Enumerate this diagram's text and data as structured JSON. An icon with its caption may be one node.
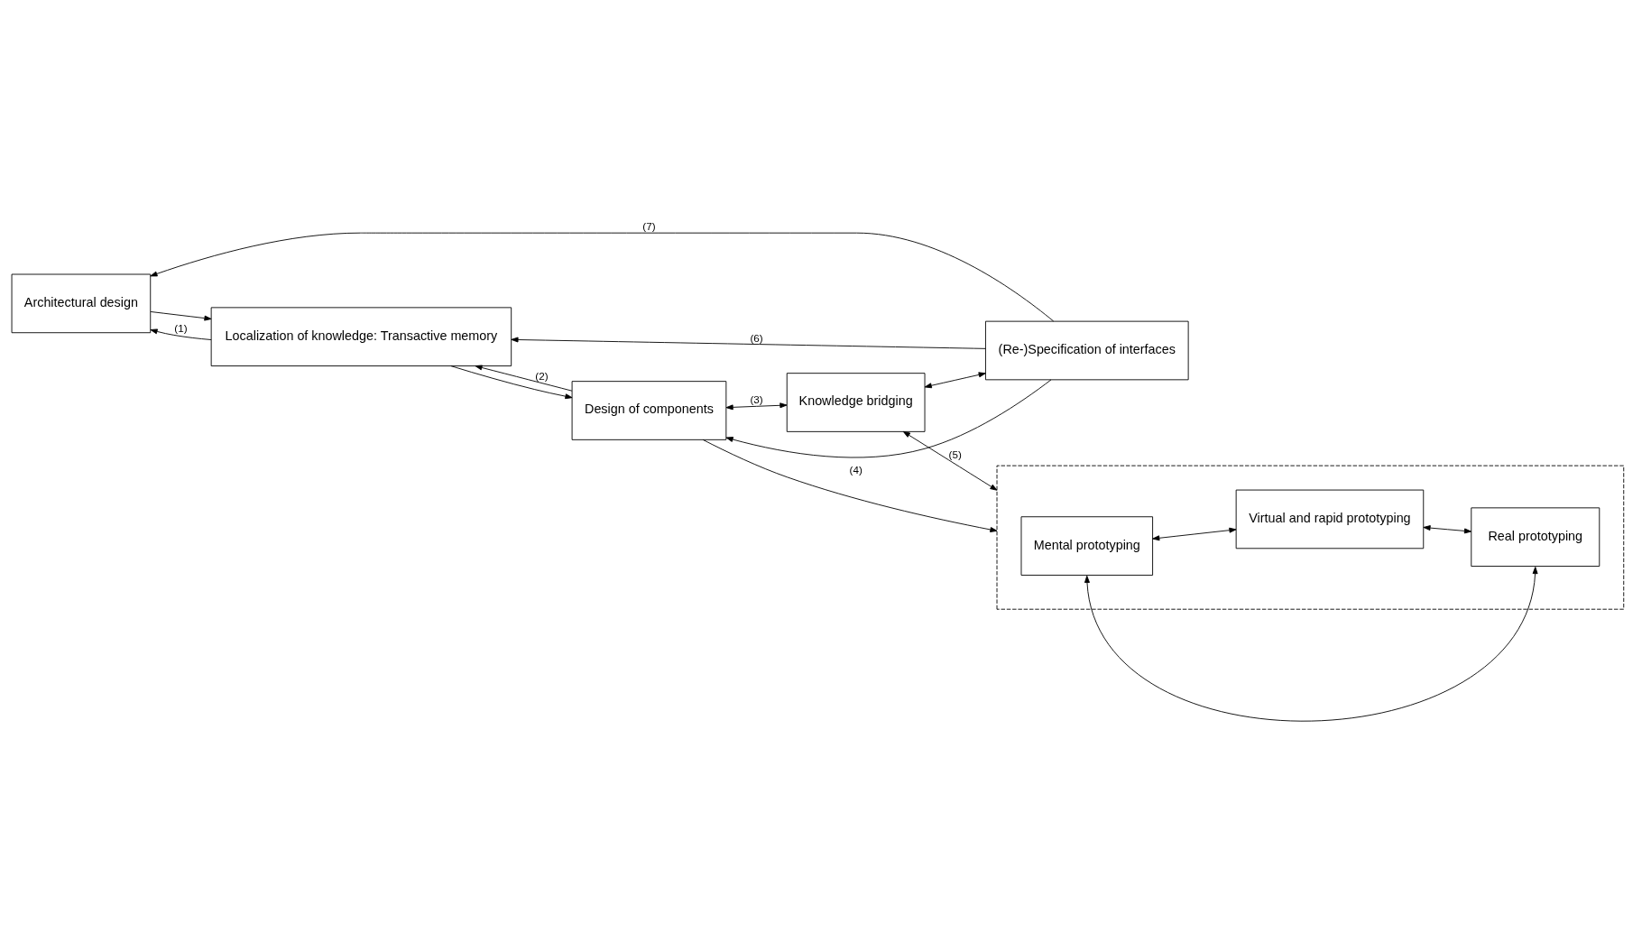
{
  "diagram": {
    "nodes": [
      {
        "text": [
          "Architectural design"
        ]
      },
      {
        "text": [
          "Localization of knowledge: Transactive memory"
        ]
      },
      {
        "text": [
          "Design of components"
        ]
      },
      {
        "text": [
          "Knowledge bridging"
        ]
      },
      {
        "text": [
          "(Re-)Specification of interfaces"
        ]
      },
      {
        "text": [],
        "shape": "box"
      },
      {
        "text": [
          "Mental prototyping"
        ],
        "in": 5
      },
      {
        "text": [
          "Virtual and rapid prototyping"
        ],
        "in": 5
      },
      {
        "text": [
          "Real prototyping"
        ],
        "in": 5
      }
    ],
    "edges": [
      {
        "from": 0,
        "to": 1,
        "arrow": "to"
      },
      {
        "from": 1,
        "to": 2,
        "arrow": "to"
      },
      {
        "from": 2,
        "to": 3,
        "arrow": "both",
        "label": "(3)"
      },
      {
        "from": 3,
        "to": 4,
        "arrow": "both"
      },
      {
        "from": 1,
        "to": 0,
        "arrow": "to",
        "label": "(1)"
      },
      {
        "from": 2,
        "to": 1,
        "arrow": "to",
        "label": "(2)"
      },
      {
        "from": 4,
        "to": 2,
        "arrow": "to"
      },
      {
        "from": 4,
        "to": 1,
        "arrow": "to",
        "label": "(6)"
      },
      {
        "from": 4,
        "to": 0,
        "arrow": "to",
        "label": "(7)"
      },
      {
        "from": 2,
        "to": 5,
        "arrow": "to",
        "label": "(4)"
      },
      {
        "from": 3,
        "to": 5,
        "arrow": "both",
        "label": "(5)"
      },
      {
        "from": 6,
        "to": 7,
        "arrow": "both"
      },
      {
        "from": 7,
        "to": 8,
        "arrow": "both"
      },
      {
        "from": 6,
        "to": 8,
        "arrow": "both"
      }
    ]
  }
}
